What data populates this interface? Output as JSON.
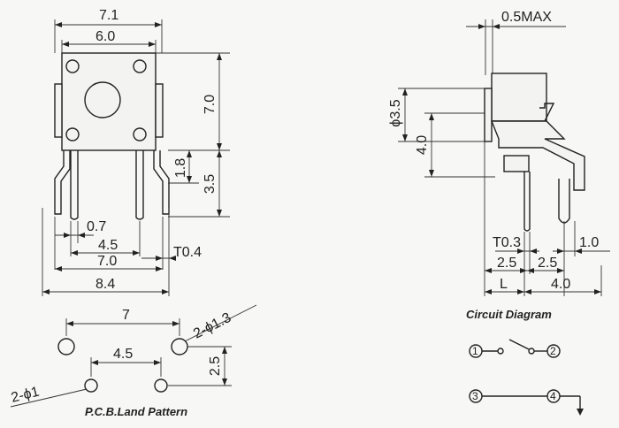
{
  "front_view": {
    "dim_overall_width": "7.1",
    "dim_body_width": "6.0",
    "dim_body_height": "7.0",
    "dim_pin_offset": "1.8",
    "dim_pin_length": "3.5",
    "dim_pin_width": "0.7",
    "dim_pin_pitch_inner": "4.5",
    "dim_pin_pitch_outer": "7.0",
    "dim_total_width": "8.4",
    "dim_thickness": "T0.4"
  },
  "side_view": {
    "dim_max_offset": "0.5MAX",
    "dim_button_dia": "ϕ3.5",
    "dim_button_height": "4.0",
    "dim_pin_thickness": "T0.3",
    "dim_pin_gap_a": "2.5",
    "dim_pin_gap_b": "2.5",
    "dim_pin_end": "1.0",
    "dim_l": "L",
    "dim_base": "4.0"
  },
  "pcb_land": {
    "dim_outer_pitch": "7",
    "dim_inner_pitch": "4.5",
    "dim_row_gap": "2.5",
    "hole_large": "2-ϕ1.3",
    "hole_small": "2-ϕ1",
    "caption": "P.C.B.Land Pattern"
  },
  "circuit": {
    "caption": "Circuit Diagram",
    "terminal_1": "1",
    "terminal_2": "2",
    "terminal_3": "3",
    "terminal_4": "4"
  }
}
